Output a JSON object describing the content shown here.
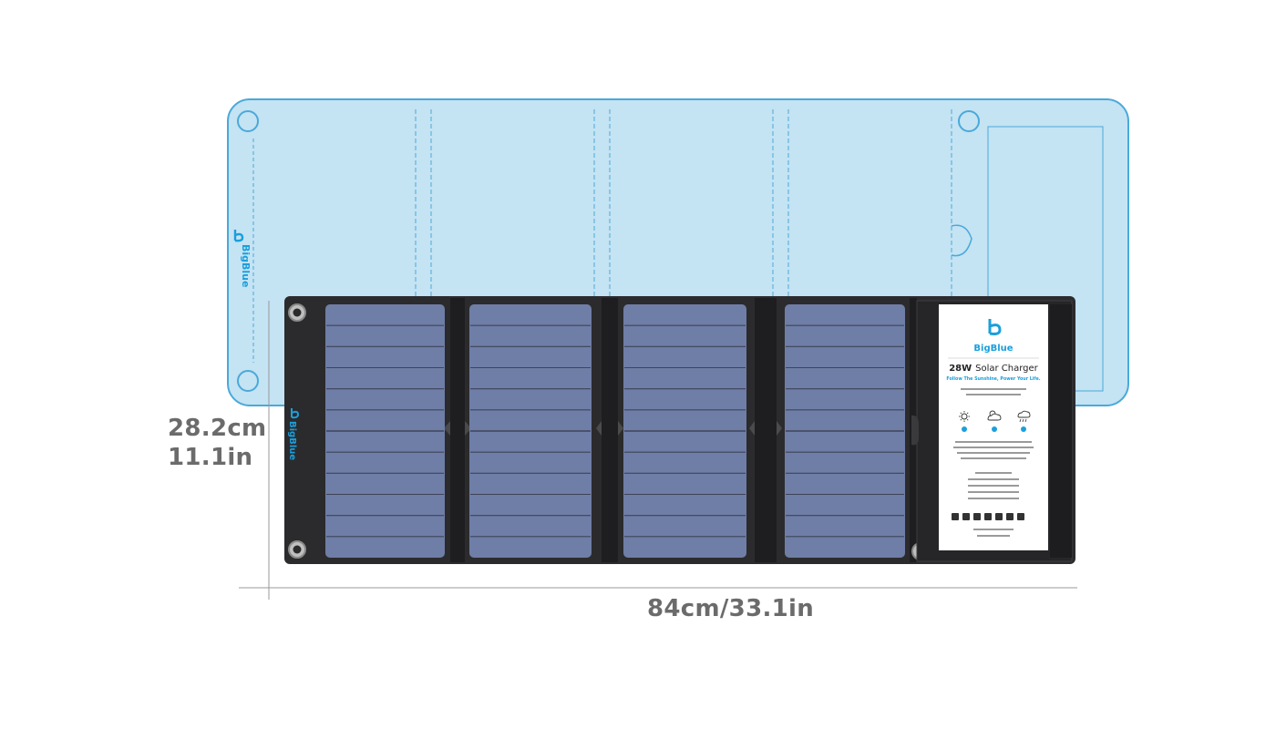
{
  "brand": {
    "name": "BigBlue",
    "accent_color": "#1a9fdc",
    "outline_color": "#4aa9da",
    "outline_fill": "#c4e3f3"
  },
  "label_card": {
    "title_strong": "28W",
    "title_rest": "Solar Charger",
    "slogan": "Follow The Sunshine, Power Your Life."
  },
  "dimensions": {
    "height_cm": "28.2cm",
    "height_in": "11.1in",
    "width": "84cm/33.1in"
  },
  "panel": {
    "colors": {
      "frame": "#2b2b2d",
      "cell": "#6f7ea6",
      "cell_line": "#3e4358",
      "label_bg": "#ffffff"
    },
    "icons": [
      "sun-icon",
      "partly-cloudy-icon",
      "rain-icon"
    ]
  }
}
